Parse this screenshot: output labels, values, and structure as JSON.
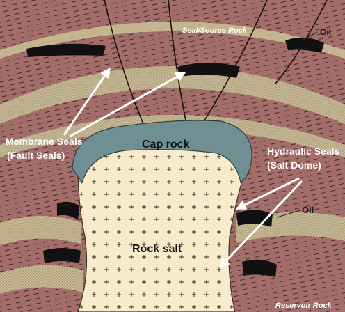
{
  "labels": {
    "seal_source_rock": "Seal/Source Rock",
    "oil_top": "Oil",
    "membrane_seals": "Membrane Seals",
    "fault_seals": "(Fault Seals)",
    "cap_rock": "Cap rock",
    "hydraulic_seals": "Hydraulic Seals",
    "salt_dome": "(Salt Dome)",
    "oil_right": "Oil",
    "rock_salt": "Rock salt",
    "reservoir_rock": "Reservoir Rock"
  },
  "colors": {
    "shale": "#a36d6a",
    "sandstone": "#c9bb95",
    "oil": "#111111",
    "cap_rock": "#6f8f93",
    "rock_salt": "#f7ebcc",
    "arrow": "#ffffff"
  }
}
